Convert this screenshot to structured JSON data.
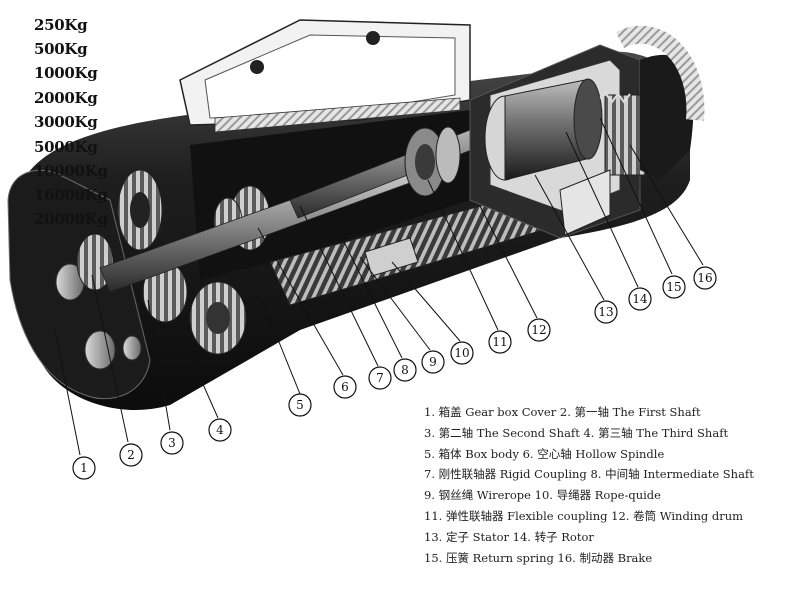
{
  "capacities": [
    "250Kg",
    "500Kg",
    "1000Kg",
    "2000Kg",
    "3000Kg",
    "5000Kg",
    "10000Kg",
    "16000Kg",
    "20000Kg"
  ],
  "callouts": [
    "1",
    "2",
    "3",
    "4",
    "5",
    "6",
    "7",
    "8",
    "9",
    "10",
    "11",
    "12",
    "13",
    "14",
    "15",
    "16"
  ],
  "legend": [
    "1.  箱盖 Gear box Cover   2.  第一轴 The First Shaft",
    "3.  第二轴 The Second Shaft   4.  第三轴 The Third Shaft",
    "5.  箱体 Box body   6.  空心轴 Hollow Spindle",
    "7.  刚性联轴器 Rigid Coupling  8.  中间轴 Intermediate Shaft",
    "9.  钢丝绳 Wirerope   10.  导绳器 Rope-quide",
    "11.  弹性联轴器 Flexible coupling   12.  卷筒 Winding drum",
    "13.  定子 Stator   14.  转子 Rotor",
    "15.  压簧 Return spring   16.  制动器 Brake"
  ]
}
